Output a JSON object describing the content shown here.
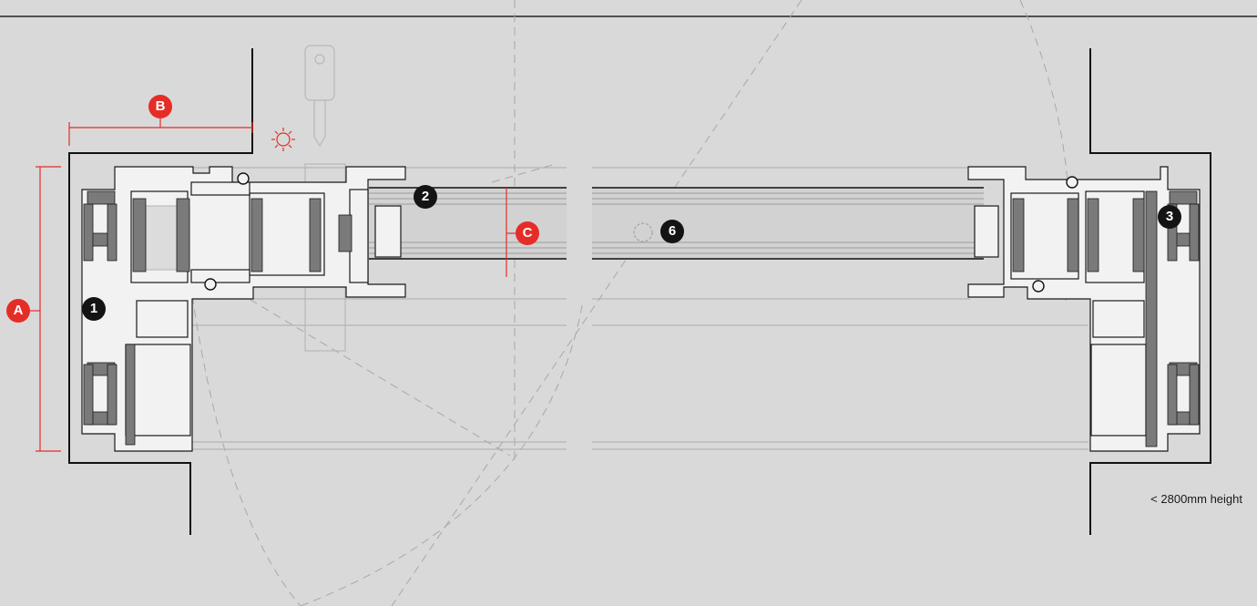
{
  "colors": {
    "background": "#d9d9d9",
    "accent": "#e52d27",
    "ink": "#141414",
    "profile_fill": "#f2f2f2",
    "gasket_fill": "#7a7a7a",
    "ghost_line": "#bdbdbd"
  },
  "icons": {
    "key": "key-icon",
    "sun": "sun-icon"
  },
  "dimension_labels": {
    "a": "A",
    "b": "B",
    "c": "C"
  },
  "callouts": {
    "one": "1",
    "two": "2",
    "three": "3",
    "six": "6"
  },
  "note": "< 2800mm height"
}
